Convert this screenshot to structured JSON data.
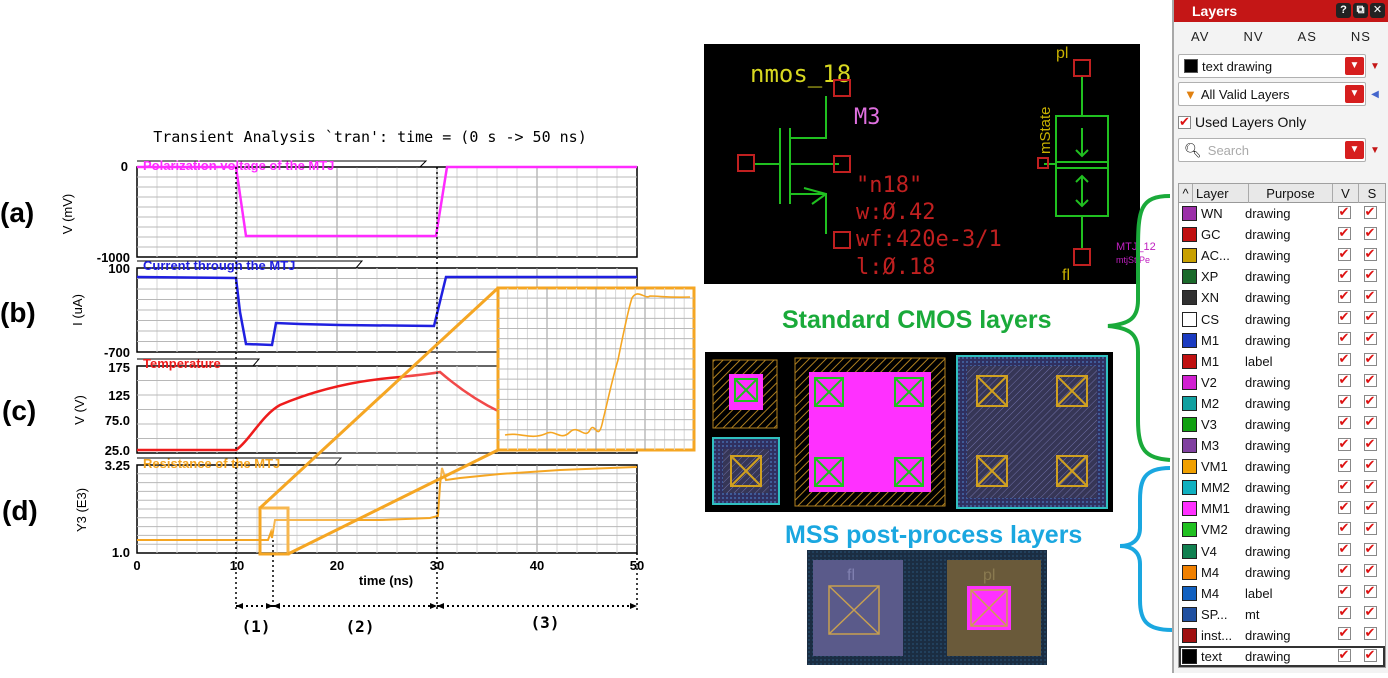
{
  "waveform": {
    "title": "Transient Analysis `tran': time = (0 s -> 50 ns)",
    "panels": [
      {
        "tag": "(a)",
        "ylabel": "V (mV)",
        "yticks": [
          "0",
          "-1000"
        ],
        "trace": "Polarization voltage of the MTJ",
        "color": "#ff2bff"
      },
      {
        "tag": "(b)",
        "ylabel": "I (uA)",
        "yticks": [
          "100",
          "-700"
        ],
        "trace": "Current through the MTJ",
        "color": "#1f1fe0"
      },
      {
        "tag": "(c)",
        "ylabel": "V (V)",
        "yticks": [
          "175",
          "125",
          "75.0",
          "25.0"
        ],
        "trace": "Temperature",
        "color": "#ee1c1c"
      },
      {
        "tag": "(d)",
        "ylabel": "Y3 (E3)",
        "yticks": [
          "3.25",
          "1.0"
        ],
        "trace": "Resistance of the MTJ",
        "color": "#f5a623"
      }
    ],
    "xticks": [
      "0",
      "10",
      "20",
      "30",
      "40",
      "50"
    ],
    "xlabel": "time (ns)",
    "phases": [
      "(1)",
      "(2)",
      "(3)"
    ]
  },
  "schematic": {
    "device": "nmos_18",
    "instance": "M3",
    "model": "\"n18\"",
    "w": "w:Ø.42",
    "wf": "wf:420e-3/1",
    "l": "l:Ø.18",
    "pin_top": "pl",
    "pin_bottom": "fl",
    "state": "mState",
    "cell": "MTJ_12",
    "lib": "mtjSttPe"
  },
  "annotations": {
    "cmos": "Standard CMOS layers",
    "mss": "MSS post-process layers",
    "cmos_color": "#1aaa3a",
    "mss_color": "#1aa7e0"
  },
  "mss_layout": {
    "pin_left": "fl",
    "pin_right": "pl"
  },
  "layers_panel": {
    "title": "Layers",
    "buttons": [
      "?",
      "⧉",
      "✕"
    ],
    "tabs": [
      "AV",
      "NV",
      "AS",
      "NS"
    ],
    "current_layer": "text drawing",
    "filter": "All Valid Layers",
    "used_only": "Used Layers Only",
    "search_placeholder": "Search",
    "columns": [
      "Layer",
      "Purpose",
      "V",
      "S"
    ],
    "rows": [
      {
        "layer": "WN",
        "purpose": "drawing",
        "color": "#9b2fa8"
      },
      {
        "layer": "GC",
        "purpose": "drawing",
        "color": "#c01010"
      },
      {
        "layer": "AC...",
        "purpose": "drawing",
        "color": "#c8a000"
      },
      {
        "layer": "XP",
        "purpose": "drawing",
        "color": "#1a6a2a"
      },
      {
        "layer": "XN",
        "purpose": "drawing",
        "color": "#303030"
      },
      {
        "layer": "CS",
        "purpose": "drawing",
        "color": "#ffffff"
      },
      {
        "layer": "M1",
        "purpose": "drawing",
        "color": "#1a3ac0"
      },
      {
        "layer": "M1",
        "purpose": "label",
        "color": "#c01010"
      },
      {
        "layer": "V2",
        "purpose": "drawing",
        "color": "#d020d0"
      },
      {
        "layer": "M2",
        "purpose": "drawing",
        "color": "#10a0a0"
      },
      {
        "layer": "V3",
        "purpose": "drawing",
        "color": "#10a010"
      },
      {
        "layer": "M3",
        "purpose": "drawing",
        "color": "#8040a0"
      },
      {
        "layer": "VM1",
        "purpose": "drawing",
        "color": "#f0a000"
      },
      {
        "layer": "MM2",
        "purpose": "drawing",
        "color": "#10b0c0"
      },
      {
        "layer": "MM1",
        "purpose": "drawing",
        "color": "#ff30ff"
      },
      {
        "layer": "VM2",
        "purpose": "drawing",
        "color": "#20c020"
      },
      {
        "layer": "V4",
        "purpose": "drawing",
        "color": "#108050"
      },
      {
        "layer": "M4",
        "purpose": "drawing",
        "color": "#f08000"
      },
      {
        "layer": "M4",
        "purpose": "label",
        "color": "#1060c0"
      },
      {
        "layer": "SP...",
        "purpose": "mt",
        "color": "#2050a0"
      },
      {
        "layer": "inst...",
        "purpose": "drawing",
        "color": "#a01010"
      },
      {
        "layer": "text",
        "purpose": "drawing",
        "color": "#000000"
      }
    ]
  }
}
